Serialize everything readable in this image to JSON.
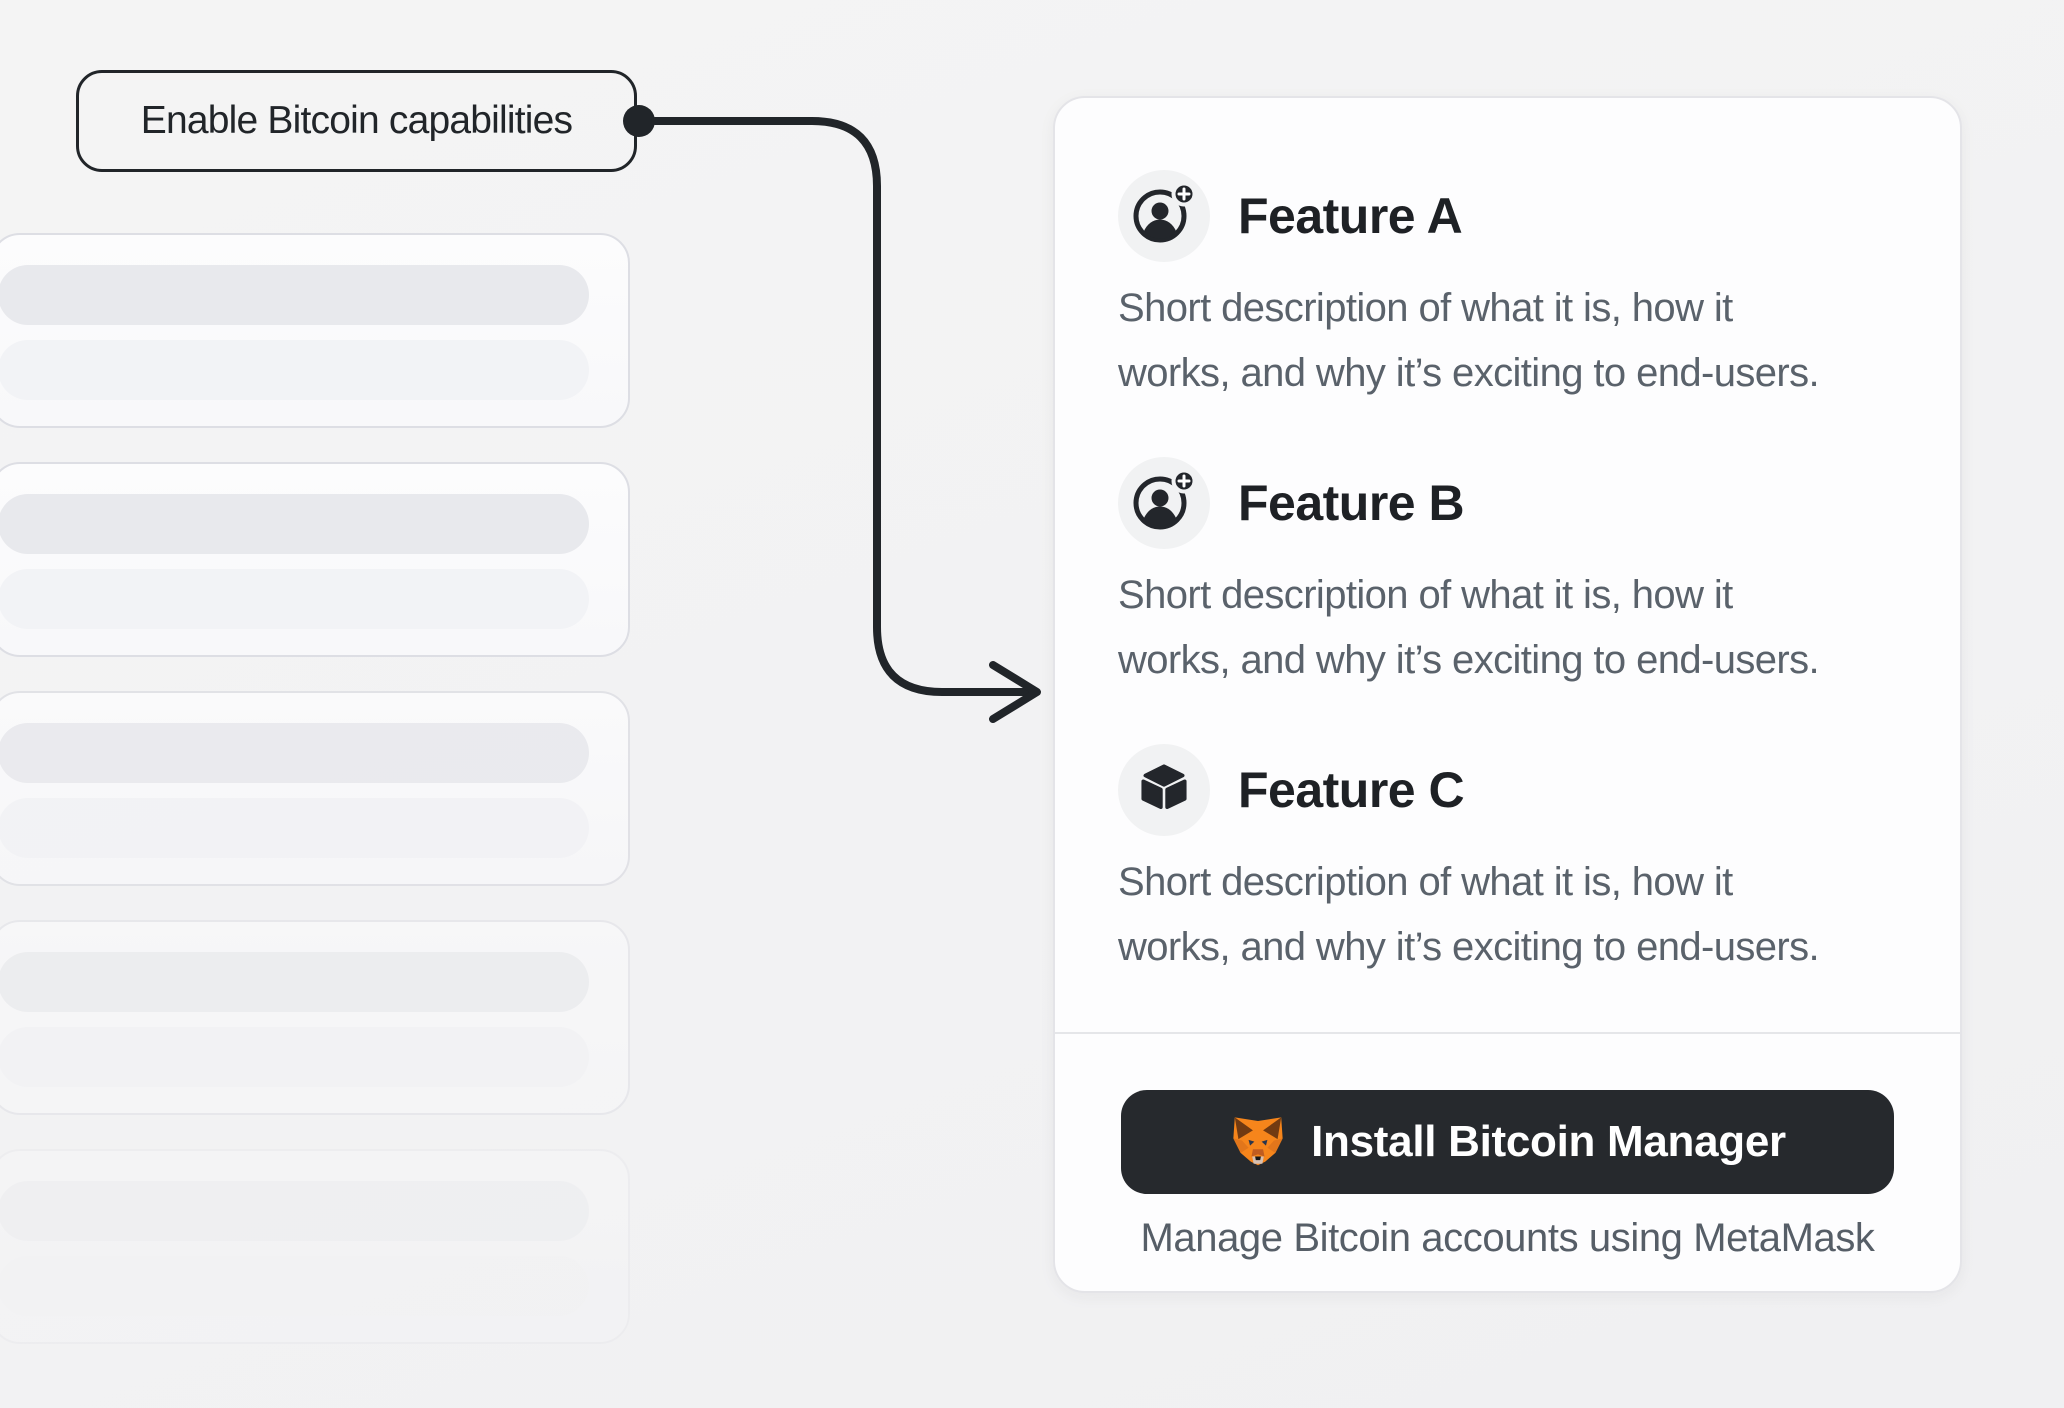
{
  "callout": {
    "label": "Enable Bitcoin capabilities"
  },
  "connector": {
    "style": "elbow-arrow",
    "color": "#212529"
  },
  "skeleton": {
    "card_count": 5,
    "bars_per_card": 2
  },
  "features": [
    {
      "icon": "user-add-icon",
      "title": "Feature A",
      "description_lines": [
        "Short description of what it is, how it",
        "works, and why it’s exciting to end-users."
      ]
    },
    {
      "icon": "user-add-icon",
      "title": "Feature B",
      "description_lines": [
        "Short description of what it is, how it",
        "works, and why it’s exciting to end-users."
      ]
    },
    {
      "icon": "cube-icon",
      "title": "Feature C",
      "description_lines": [
        "Short description of what it is, how it",
        "works, and why it’s exciting to end-users."
      ]
    }
  ],
  "install": {
    "button_label": "Install Bitcoin Manager",
    "button_icon": "metamask-fox-icon",
    "caption": "Manage Bitcoin accounts using MetaMask"
  },
  "colors": {
    "page_background": "#f2f2f3",
    "annotation_ink": "#212529",
    "card_background": "#fdfdfe",
    "card_border": "#e4e4e8",
    "icon_chip_background": "#f1f2f3",
    "icon_ink": "#23262b",
    "heading_text": "#1e2125",
    "body_text": "#5a626b",
    "button_background": "#26292d",
    "button_text": "#ffffff",
    "fox_orange": "#f6851b",
    "fox_brown": "#713a12"
  }
}
